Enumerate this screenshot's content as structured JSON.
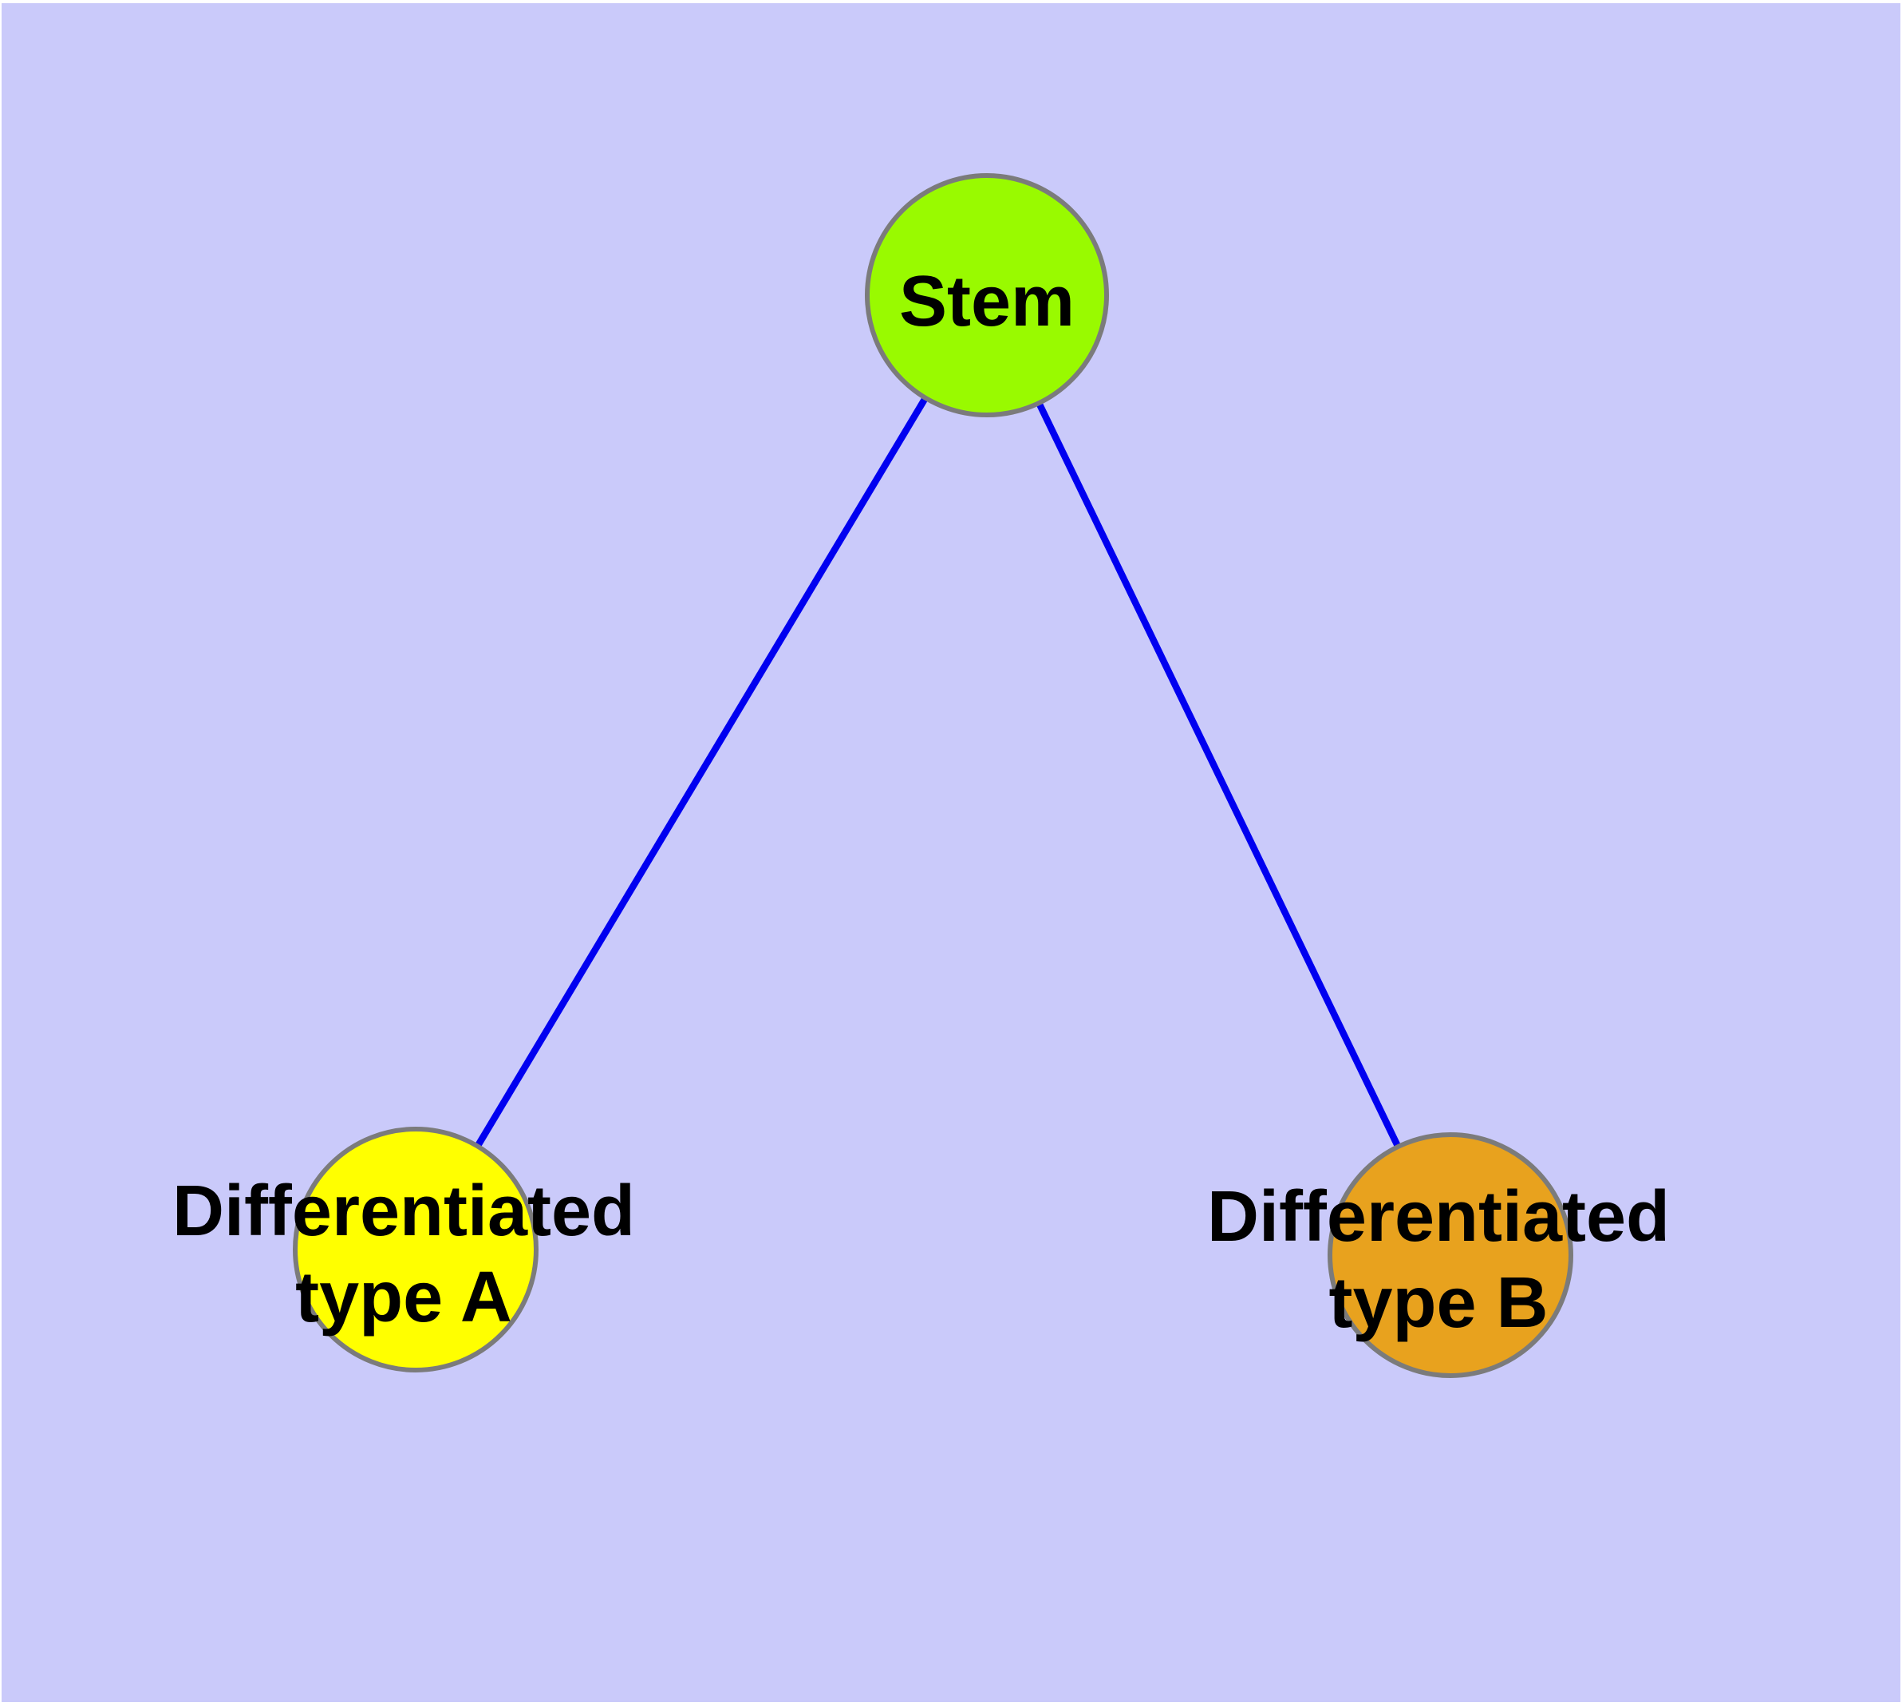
{
  "diagram": {
    "background_color": "#CACAFA",
    "page_margin_color": "#FFFFFF",
    "edge_color": "#0000F0",
    "node_border_color": "#7B7B7B",
    "label_color": "#000000",
    "nodes": [
      {
        "id": "stem",
        "label": "Stem",
        "fill": "#99FA00"
      },
      {
        "id": "differentiated-type-a",
        "label_line1": "Differentiated",
        "label_line2": "type A",
        "fill": "#FFFF00"
      },
      {
        "id": "differentiated-type-b",
        "label_line1": "Differentiated",
        "label_line2": "type B",
        "fill": "#E8A21E"
      }
    ],
    "edges": [
      {
        "from": "Stem",
        "to": "Differentiated type A"
      },
      {
        "from": "Stem",
        "to": "Differentiated type B"
      }
    ]
  }
}
